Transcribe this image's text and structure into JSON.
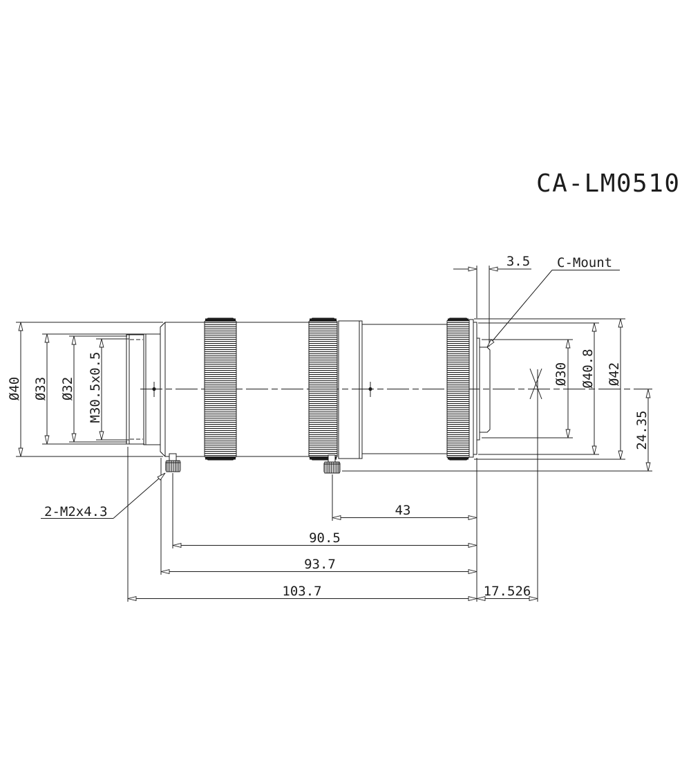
{
  "title": "CA-LM0510",
  "callouts": {
    "c_mount": "C-Mount",
    "set_screws": "2-M2x4.3"
  },
  "dimensions": {
    "front_outer_diameter": "Ø40",
    "front_ring_diameter": "Ø33",
    "filter_ring_diameter": "Ø32",
    "filter_thread": "M30.5x0.5",
    "thread_protrusion": "3.5",
    "rear_opening_diameter": "Ø30",
    "rear_barrel_diameter": "Ø40.8",
    "grip_ring_diameter": "Ø42",
    "axis_to_bottom": "24.35",
    "rear_screw_to_flange": "43",
    "front_screw_to_flange": "90.5",
    "barrel_to_flange": "93.7",
    "overall_to_flange": "103.7",
    "flange_focal_distance": "17.526"
  }
}
